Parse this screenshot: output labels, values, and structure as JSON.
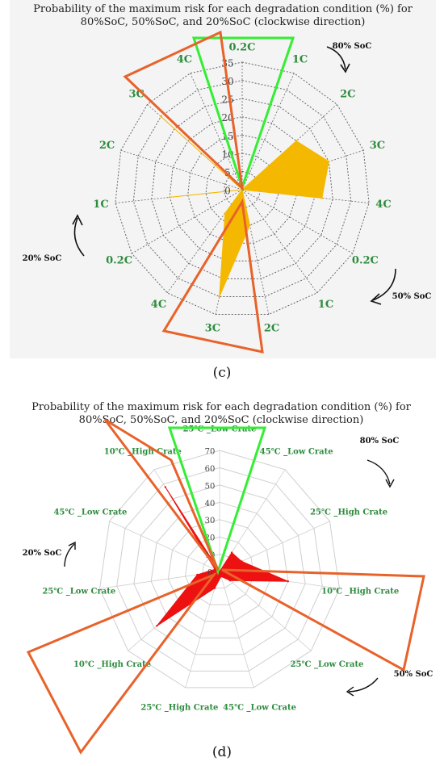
{
  "chart_data": [
    {
      "type": "radar",
      "panel": "(c)",
      "title_line1": "Probability of the maximum risk for each degradation condition (%) for",
      "title_line2": "80%SoC, 50%SoC, and 20%SoC (clockwise direction)",
      "categories": [
        "0.2C",
        "1C",
        "2C",
        "3C",
        "4C",
        "0.2C",
        "1C",
        "2C",
        "3C",
        "4C",
        "0.2C",
        "1C",
        "2C",
        "3C",
        "4C"
      ],
      "rticks": [
        "0",
        "5",
        "10",
        "15",
        "20",
        "25",
        "30",
        "35"
      ],
      "rlim": [
        0,
        35
      ],
      "values": [
        0,
        0,
        20,
        25,
        22,
        0,
        0,
        10,
        30,
        8,
        0,
        20,
        0,
        30,
        0
      ],
      "fill_color": "#f5b800",
      "soc_labels": {
        "top": "80% SoC",
        "right": "50% SoC",
        "left": "20% SoC"
      },
      "highlight_colors": {
        "green": "#33ee33",
        "orange": "#e8622a"
      }
    },
    {
      "type": "radar",
      "panel": "(d)",
      "title_line1": "Probability of the maximum risk for each degradation condition (%) for",
      "title_line2": "80%SoC, 50%SoC, and 20%SoC (clockwise direction)",
      "categories": [
        "25℃ _Low Crate",
        "45℃ _Low Crate",
        "25℃ _High Crate",
        "10℃ _High Crate",
        "25℃ _Low Crate",
        "45℃ _Low Crate",
        "25℃ _High Crate",
        "10℃ _High Crate",
        "25℃ _Low Crate",
        "45℃ _Low Crate",
        "10℃ _High Crate"
      ],
      "rticks": [
        "0",
        "10",
        "20",
        "30",
        "40",
        "50",
        "60",
        "70"
      ],
      "rlim": [
        0,
        70
      ],
      "values": [
        0,
        13,
        14,
        40,
        8,
        3,
        10,
        48,
        13,
        3,
        58
      ],
      "fill_color": "#ee1111",
      "soc_labels": {
        "top": "80% SoC",
        "right": "50% SoC",
        "left": "20% SoC"
      },
      "highlight_colors": {
        "green": "#33ee33",
        "orange": "#e8622a"
      }
    }
  ]
}
